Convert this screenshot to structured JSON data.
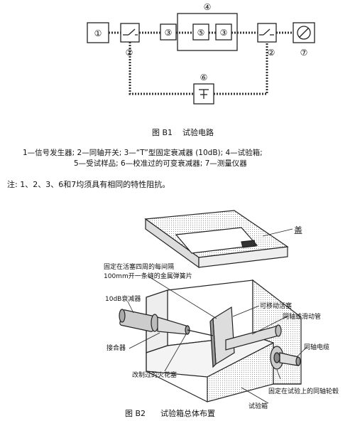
{
  "figure1": {
    "caption_label": "图 B1",
    "caption_title": "试验电路",
    "markers": {
      "signal_generator": "①",
      "switch_left": "②",
      "fixed_attenuator_left": "③",
      "test_box": "④",
      "sample": "⑤",
      "fixed_attenuator_right": "③",
      "switch_right": "②",
      "variable_attenuator": "⑥",
      "meter": "⑦"
    },
    "legend_line1": "1—信号发生器; 2—同轴开关; 3—“T”型固定衰减器 (10dB); 4—试验箱;",
    "legend_line2": "5—受试样品; 6—校准过的可变衰减器; 7—测量仪器"
  },
  "note": "注: 1、2、3、6和7均须具有相同的特性阻抗。",
  "figure2": {
    "caption_label": "图 B2",
    "caption_title": "试验箱总体布置",
    "labels": {
      "lid": "盖",
      "spring_line1": "固定在活塞四周的每间隔",
      "spring_line2": "100mm开一条缝的金属弹簧片",
      "attenuator_10db": "10dB衰减器",
      "movable_piston": "可移动活塞",
      "coax_tube": "同轴或滑动管",
      "connector": "接合器",
      "coax_cable": "同轴电缆",
      "modified_plug": "改制过的火花塞",
      "fixed_hub": "固定在试验上的同轴轮毂",
      "test_box": "试验箱"
    }
  }
}
